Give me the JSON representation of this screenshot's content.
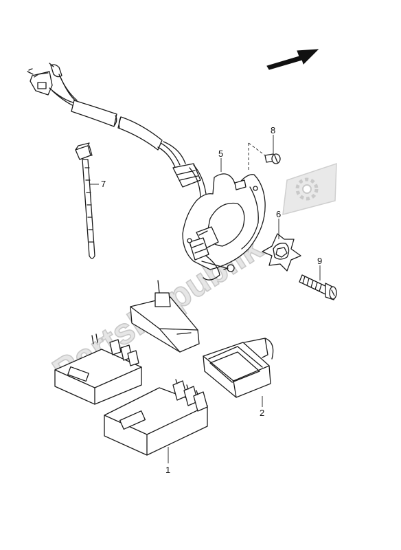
{
  "watermark": {
    "text": "PartsRepublik",
    "gear_icon": "gear-icon"
  },
  "callouts": [
    {
      "id": "1",
      "label": "1"
    },
    {
      "id": "2",
      "label": "2"
    },
    {
      "id": "5",
      "label": "5"
    },
    {
      "id": "6",
      "label": "6"
    },
    {
      "id": "7",
      "label": "7"
    },
    {
      "id": "8",
      "label": "8"
    },
    {
      "id": "9",
      "label": "9"
    }
  ],
  "direction_arrow": "front-arrow-icon"
}
